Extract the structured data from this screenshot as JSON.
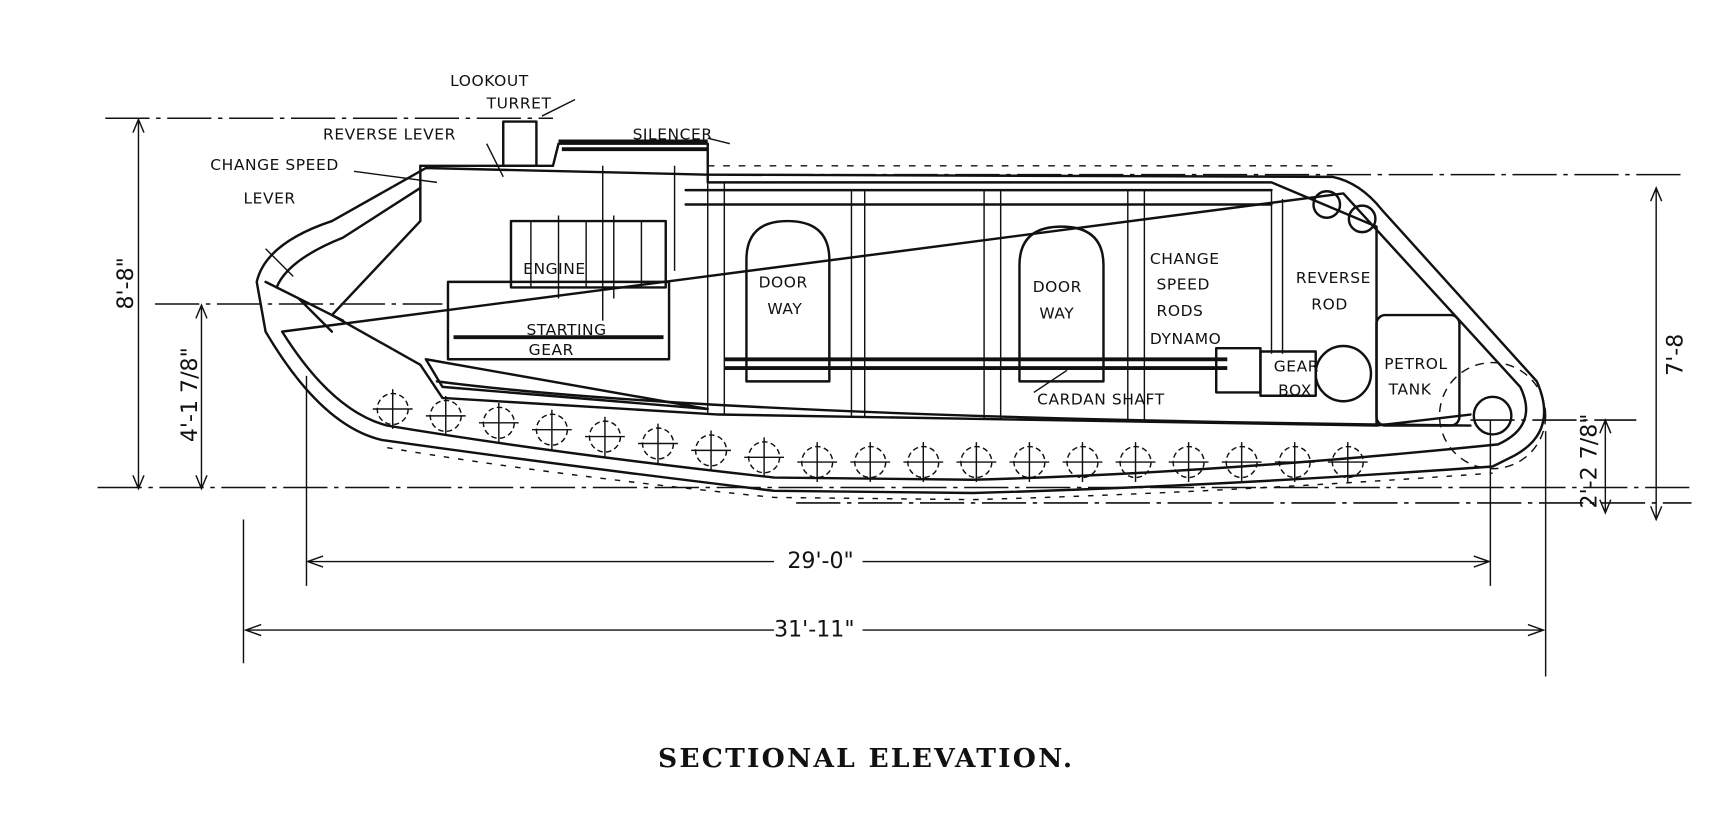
{
  "title": "SECTIONAL ELEVATION.",
  "labels": {
    "lookout": "LOOKOUT",
    "turret": "TURRET",
    "reverse_lever": "REVERSE LEVER",
    "change_speed": "CHANGE SPEED",
    "lever": "LEVER",
    "silencer": "SILENCER",
    "engine": "ENGINE",
    "starting": "STARTING",
    "gear": "GEAR",
    "door1_a": "DOOR",
    "door1_b": "WAY",
    "door2_a": "DOOR",
    "door2_b": "WAY",
    "csr_a": "CHANGE",
    "csr_b": "SPEED",
    "csr_c": "RODS",
    "dynamo": "DYNAMO",
    "reverse_rod_a": "REVERSE",
    "reverse_rod_b": "ROD",
    "gearbox_a": "GEAR",
    "gearbox_b": "BOX",
    "petrol_a": "PETROL",
    "petrol_b": "TANK",
    "cardan": "CARDAN SHAFT"
  },
  "dimensions": {
    "overall_height": "8'-8\"",
    "front_height": "4'-1 7/8\"",
    "wheelbase": "29'-0\"",
    "overall_length": "31'-11\"",
    "rear_height": "7'-8",
    "rear_clearance": "2'-2 7/8\""
  }
}
